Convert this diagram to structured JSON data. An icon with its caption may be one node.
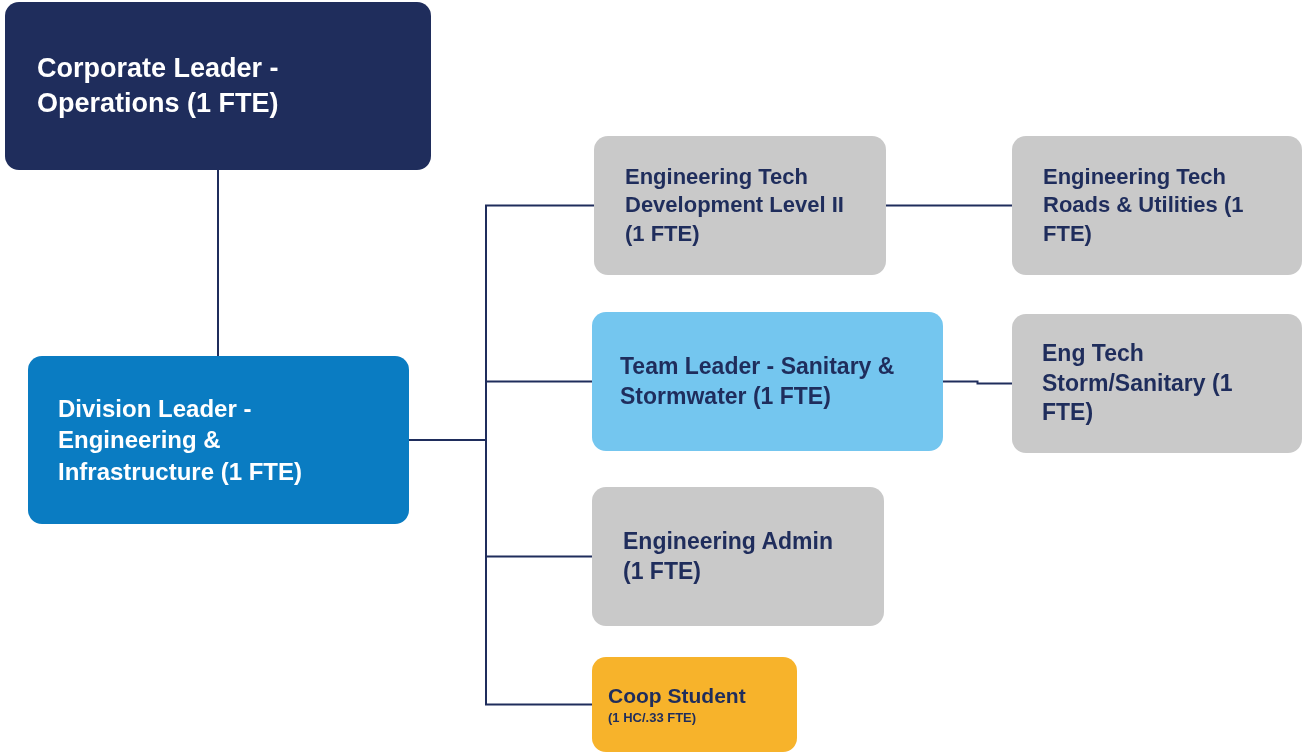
{
  "diagram": {
    "nodes": [
      {
        "text": [
          "Corporate Leader - Operations (1 FTE)"
        ]
      },
      {
        "text": [
          "Division Leader - Engineering & Infrastructure (1 FTE)"
        ]
      },
      {
        "text": [
          "Engineering Tech Development Level II (1 FTE)"
        ]
      },
      {
        "text": [
          "Engineering Tech Roads & Utilities (1 FTE)"
        ]
      },
      {
        "text": [
          "Team Leader - Sanitary & Stormwater (1 FTE)"
        ]
      },
      {
        "text": [
          "Eng Tech Storm/Sanitary (1 FTE)"
        ]
      },
      {
        "text": [
          "Engineering Admin (1 FTE)"
        ]
      },
      {
        "text": [
          "Coop Student",
          "(1 HC/.33 FTE)"
        ]
      }
    ],
    "edges": [
      {
        "from": 0,
        "to": 1,
        "arrow": "none"
      },
      {
        "from": 1,
        "to": 2,
        "arrow": "none"
      },
      {
        "from": 2,
        "to": 3,
        "arrow": "none"
      },
      {
        "from": 1,
        "to": 4,
        "arrow": "none"
      },
      {
        "from": 4,
        "to": 5,
        "arrow": "none"
      },
      {
        "from": 1,
        "to": 6,
        "arrow": "none"
      },
      {
        "from": 1,
        "to": 7,
        "arrow": "none"
      }
    ]
  }
}
